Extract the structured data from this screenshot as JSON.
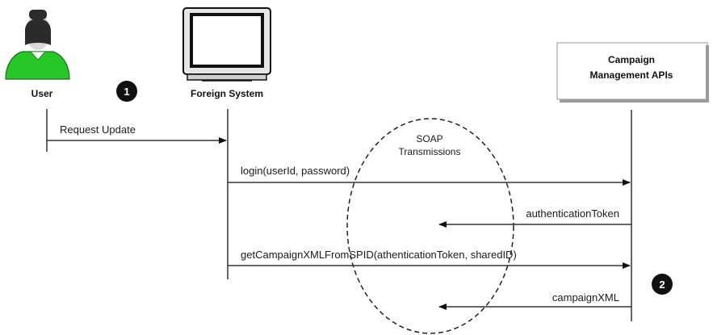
{
  "actors": {
    "user": {
      "label": "User"
    },
    "foreign_system": {
      "label": "Foreign System"
    },
    "campaign_apis": {
      "label_line1": "Campaign",
      "label_line2": "Management APIs"
    }
  },
  "soap": {
    "label_line1": "SOAP",
    "label_line2": "Transmissions"
  },
  "messages": [
    {
      "label": "Request Update"
    },
    {
      "label": "login(userId, password)"
    },
    {
      "label": "authenticationToken"
    },
    {
      "label": "getCampaignXMLFromSPID(athenticationToken, sharedID)"
    },
    {
      "label": "campaignXML"
    }
  ],
  "markers": [
    {
      "number": "1"
    },
    {
      "number": "2"
    }
  ],
  "colors": {
    "user_body": "#27c727",
    "user_outline": "#1a6e1a",
    "user_head": "#2b2b2b",
    "monitor_body": "#e6e6e6",
    "line": "#333333"
  }
}
